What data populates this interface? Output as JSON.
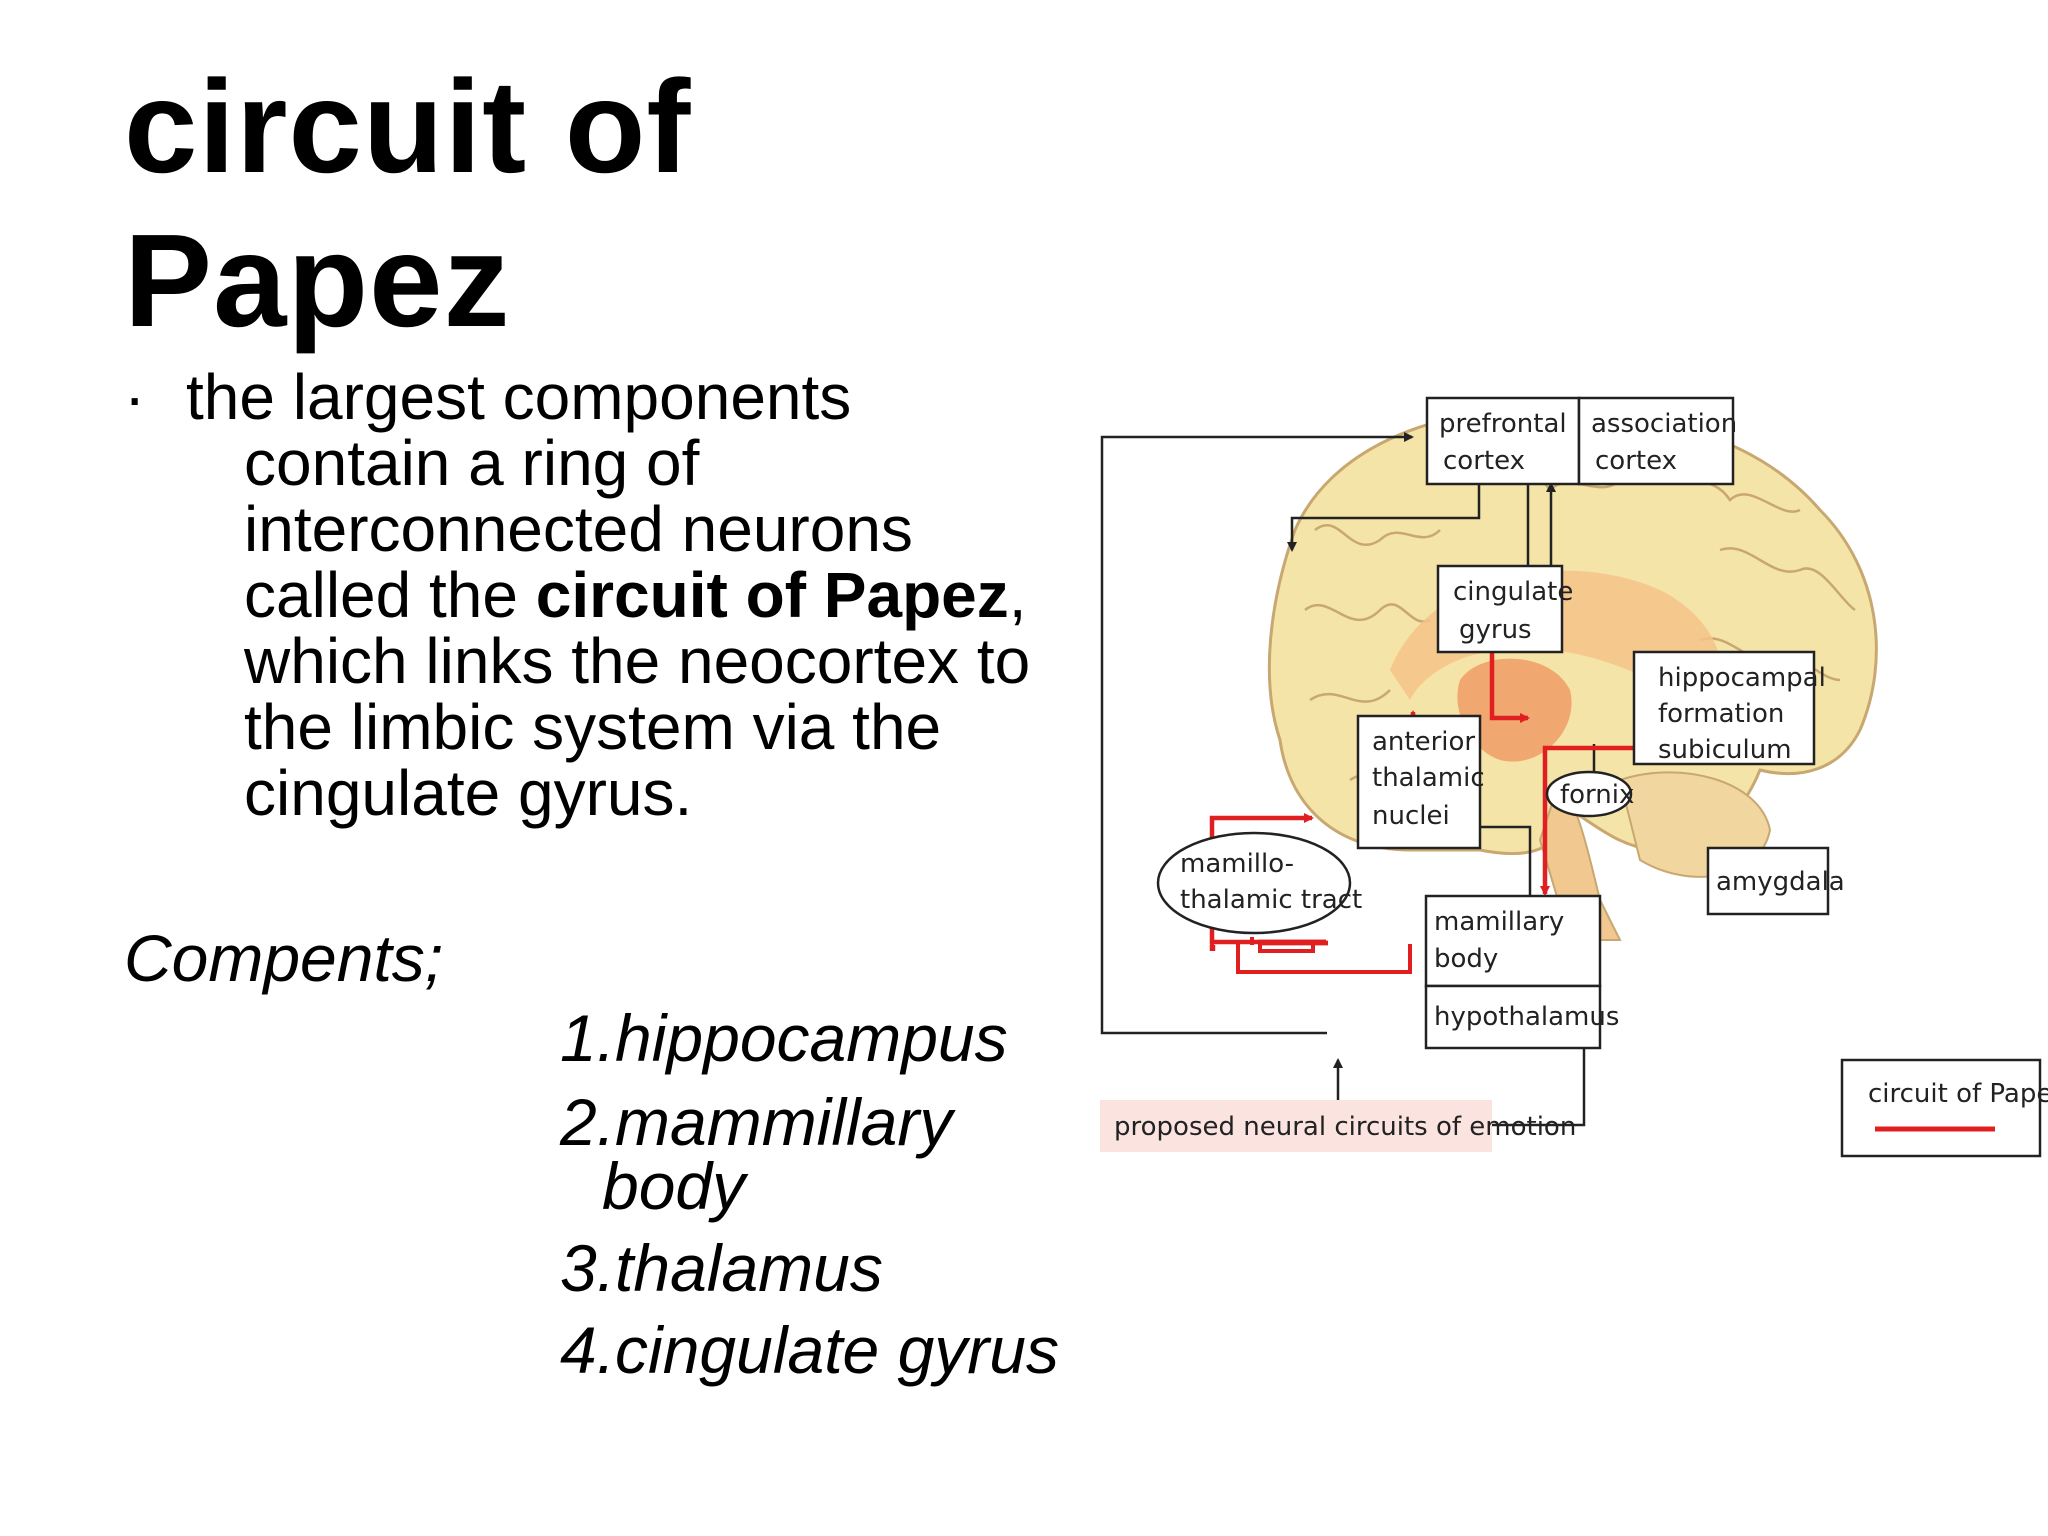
{
  "title": {
    "line1": "circuit of",
    "line2": "Papez"
  },
  "bullet": {
    "marker": "·",
    "line1": "the largest components",
    "line2": "contain a ring of",
    "line3": "interconnected neurons",
    "line4_pre": "called the ",
    "line4_bold": "circuit of Papez",
    "line4_post": ",",
    "line5": "which links the neocortex to",
    "line6": "the limbic system via the",
    "line7": "cingulate gyrus."
  },
  "compents_label": "Compents;",
  "components": {
    "item1": "1.hippocampus",
    "item2a": "2.mammillary",
    "item2b": "body",
    "item3": "3.thalamus",
    "item4": "4.cingulate gyrus"
  },
  "diagram": {
    "prefrontal_1": "prefrontal",
    "prefrontal_2": "cortex",
    "association_1": "association",
    "association_2": "cortex",
    "cingulate_1": "cingulate",
    "cingulate_2": "gyrus",
    "hippocampal_1": "hippocampal",
    "hippocampal_2": "formation",
    "hippocampal_3": "subiculum",
    "anterior_1": "anterior",
    "anterior_2": "thalamic",
    "anterior_3": "nuclei",
    "fornix": "fornix",
    "mamillo_1": "mamillo-",
    "mamillo_2": "thalamic tract",
    "amygdala": "amygdala",
    "mamillary_1": "mamillary",
    "mamillary_2": "body",
    "hypothalamus": "hypothalamus",
    "caption": "proposed neural circuits of emotion",
    "legend": "circuit of Papez",
    "colors": {
      "papez_red": "#e02020",
      "brain_fill": "#f5e4a8",
      "caption_bg": "#fbe3e0"
    }
  }
}
